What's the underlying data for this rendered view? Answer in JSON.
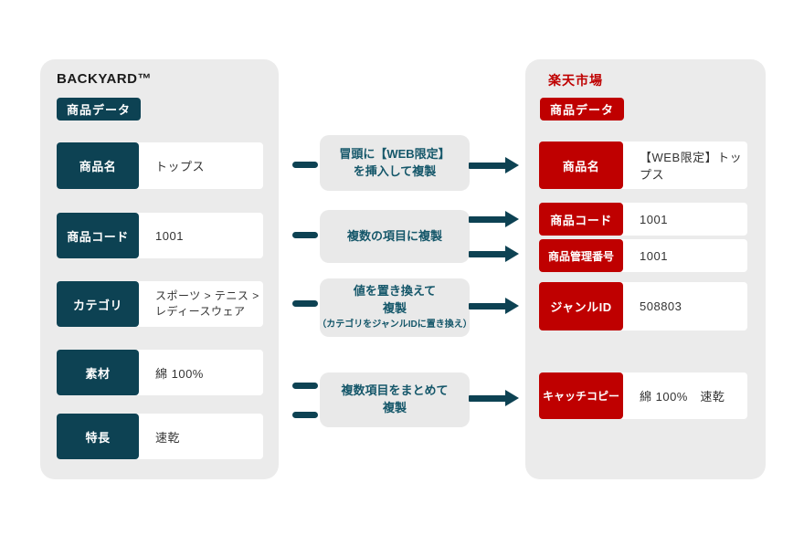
{
  "colors": {
    "backyard_teal": "#0d4253",
    "rakuten_red": "#bf0000",
    "panel_background": "#ebebeb",
    "transform_box_background": "#e9e9e9",
    "value_text": "#333333"
  },
  "left_panel": {
    "title": "BACKYARD™",
    "badge": "商品データ",
    "rows": [
      {
        "label": "商品名",
        "value": "トップス"
      },
      {
        "label": "商品コード",
        "value": "1001"
      },
      {
        "label": "カテゴリ",
        "value": "スポーツ > テニス >\nレディースウェア"
      },
      {
        "label": "素材",
        "value": "綿 100%"
      },
      {
        "label": "特長",
        "value": "速乾"
      }
    ]
  },
  "right_panel": {
    "title": "楽天市場",
    "badge": "商品データ",
    "rows": [
      {
        "label": "商品名",
        "value": "【WEB限定】トップス"
      },
      {
        "label": "商品コード",
        "value": "1001"
      },
      {
        "label": "商品管理番号",
        "value": "1001"
      },
      {
        "label": "ジャンルID",
        "value": "508803"
      },
      {
        "label": "キャッチコピー",
        "value": "綿 100%　速乾"
      }
    ]
  },
  "transforms": [
    {
      "text": "冒頭に【WEB限定】\nを挿入して複製"
    },
    {
      "text": "複数の項目に複製"
    },
    {
      "text": "値を置き換えて\n複製",
      "note": "（カテゴリをジャンルIDに置き換え）"
    },
    {
      "text": "複数項目をまとめて\n複製"
    }
  ]
}
